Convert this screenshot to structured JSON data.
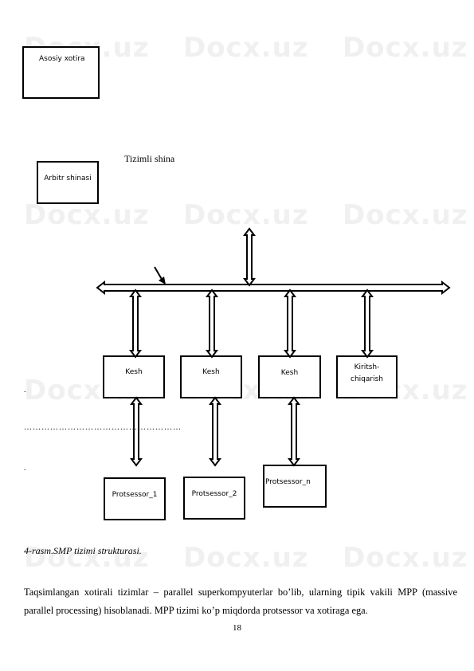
{
  "diagram": {
    "main_memory": "Asosiy xotira",
    "system_bus": "Tizimli shina",
    "arbiter_bus": "Arbitr shinasi",
    "caches": [
      "Kesh",
      "Kesh",
      "Kesh"
    ],
    "io": "Kiritsh-chiqarish",
    "processors": [
      "Protsessor_1",
      "Protsessor_2",
      "Protsessor_n"
    ],
    "dots": "………………………………………………",
    "dot_mark": "."
  },
  "caption": "4-rasm.SMP tizimi strukturasi.",
  "paragraph": "Taqsimlangan xotirali tizimlar – parallel superkompyuterlar bo’lib, ularning tipik vakili MPP (massive parallel processing) hisoblanadi. MPP tizimi ko’p miqdorda protsessor va xotiraga ega.",
  "page_number": "18",
  "watermark": "Docx.uz"
}
